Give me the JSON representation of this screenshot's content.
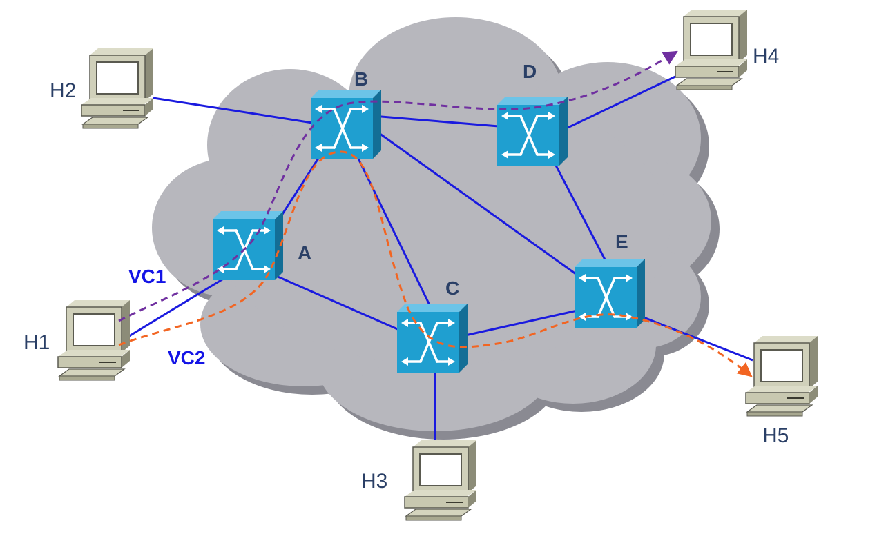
{
  "diagram": {
    "hosts": [
      {
        "id": "H1",
        "label": "H1"
      },
      {
        "id": "H2",
        "label": "H2"
      },
      {
        "id": "H3",
        "label": "H3"
      },
      {
        "id": "H4",
        "label": "H4"
      },
      {
        "id": "H5",
        "label": "H5"
      }
    ],
    "switches": [
      {
        "id": "A",
        "label": "A"
      },
      {
        "id": "B",
        "label": "B"
      },
      {
        "id": "C",
        "label": "C"
      },
      {
        "id": "D",
        "label": "D"
      },
      {
        "id": "E",
        "label": "E"
      }
    ],
    "links": [
      [
        "H2",
        "B"
      ],
      [
        "B",
        "D"
      ],
      [
        "D",
        "H4"
      ],
      [
        "B",
        "A"
      ],
      [
        "B",
        "C"
      ],
      [
        "B",
        "E"
      ],
      [
        "D",
        "E"
      ],
      [
        "A",
        "C"
      ],
      [
        "C",
        "E"
      ],
      [
        "A",
        "H1"
      ],
      [
        "C",
        "H3"
      ],
      [
        "E",
        "H5"
      ]
    ],
    "virtual_circuits": [
      {
        "label": "VC1",
        "path": [
          "H1",
          "A",
          "B",
          "D",
          "H4"
        ],
        "color": "#7030a0"
      },
      {
        "label": "VC2",
        "path": [
          "H1",
          "A",
          "B",
          "C",
          "E",
          "H5"
        ],
        "color": "#f26522"
      }
    ],
    "colors": {
      "cloud": "#b7b7bd",
      "cloud_shadow": "#8a8a92",
      "link": "#1a1adf",
      "switch_face": "#1f9fd0",
      "switch_top": "#6cc4e8",
      "switch_side": "#136e96"
    }
  }
}
